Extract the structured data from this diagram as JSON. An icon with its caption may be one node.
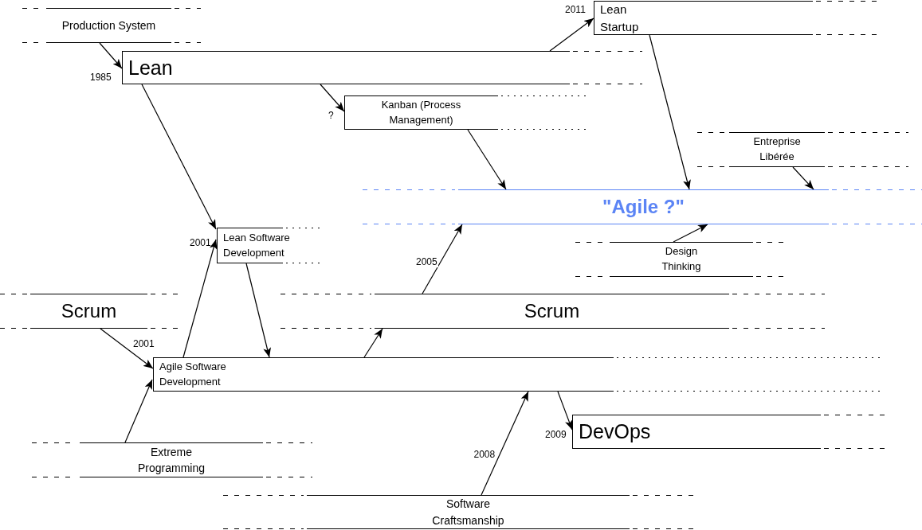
{
  "diagram": {
    "nodes": [
      {
        "text": [
          "Production System"
        ]
      },
      {
        "text": [
          "Lean"
        ],
        "beside": [
          "1985"
        ]
      },
      {
        "text": [
          "Lean Startup"
        ],
        "beside": [
          "2011"
        ]
      },
      {
        "text": [
          "Kanban (Process Management)"
        ],
        "beside": [
          "?"
        ]
      },
      {
        "text": [
          "Entreprise Libérée"
        ]
      },
      {
        "text": [
          "\"Agile ?\""
        ]
      },
      {
        "text": [
          "Design Thinking"
        ]
      },
      {
        "text": [
          "Lean Software Development"
        ],
        "beside": [
          "2001"
        ]
      },
      {
        "text": [
          "Scrum"
        ]
      },
      {
        "text": [
          "Scrum"
        ]
      },
      {
        "text": [
          "Agile Software Development"
        ]
      },
      {
        "text": [
          "DevOps"
        ],
        "beside": [
          "2009"
        ]
      },
      {
        "text": [
          "Extreme Programming"
        ]
      },
      {
        "text": [
          "Software Craftsmanship"
        ]
      }
    ],
    "edges": [
      {
        "from": 0,
        "to": 1,
        "arrow": "to"
      },
      {
        "from": 1,
        "to": 2,
        "arrow": "to"
      },
      {
        "from": 1,
        "to": 3,
        "arrow": "to"
      },
      {
        "from": 1,
        "to": 7,
        "arrow": "to"
      },
      {
        "from": 2,
        "to": 5,
        "arrow": "to"
      },
      {
        "from": 3,
        "to": 5,
        "arrow": "to"
      },
      {
        "from": 4,
        "to": 5,
        "arrow": "to"
      },
      {
        "from": 6,
        "to": 5,
        "arrow": "to"
      },
      {
        "from": 8,
        "to": 10,
        "arrow": "to",
        "label": "2001"
      },
      {
        "from": 10,
        "to": 7,
        "arrow": "to"
      },
      {
        "from": 7,
        "to": 10,
        "arrow": "to"
      },
      {
        "from": 12,
        "to": 10,
        "arrow": "to"
      },
      {
        "from": 10,
        "to": 9,
        "arrow": "to"
      },
      {
        "from": 9,
        "to": 5,
        "arrow": "to",
        "label": "2005"
      },
      {
        "from": 13,
        "to": 10,
        "arrow": "to",
        "label": "2008"
      },
      {
        "from": 10,
        "to": 11,
        "arrow": "to"
      }
    ]
  }
}
